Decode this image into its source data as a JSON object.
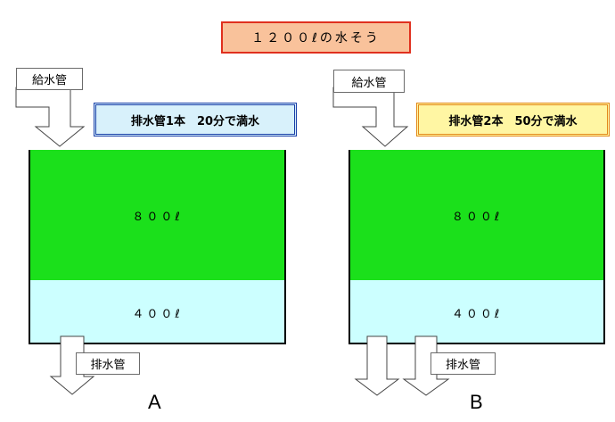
{
  "title": "１２００ℓの水そう",
  "supply_label": "給水管",
  "drain_label": "排水管",
  "tank_a": {
    "info": "排水管1本　20分で満水",
    "upper_volume": "８００ℓ",
    "lower_volume": "４００ℓ",
    "letter": "A"
  },
  "tank_b": {
    "info": "排水管2本　50分で満水",
    "upper_volume": "８００ℓ",
    "lower_volume": "４００ℓ",
    "letter": "B"
  },
  "colors": {
    "water_upper": "#1be01b",
    "water_lower": "#ccffff",
    "title_fill": "#f9c29b",
    "title_border": "#e0301e",
    "info_a_fill": "#d8f1fb",
    "info_a_border": "#1a3fa8",
    "info_b_fill": "#fff6a3",
    "info_b_border": "#e3891c"
  }
}
